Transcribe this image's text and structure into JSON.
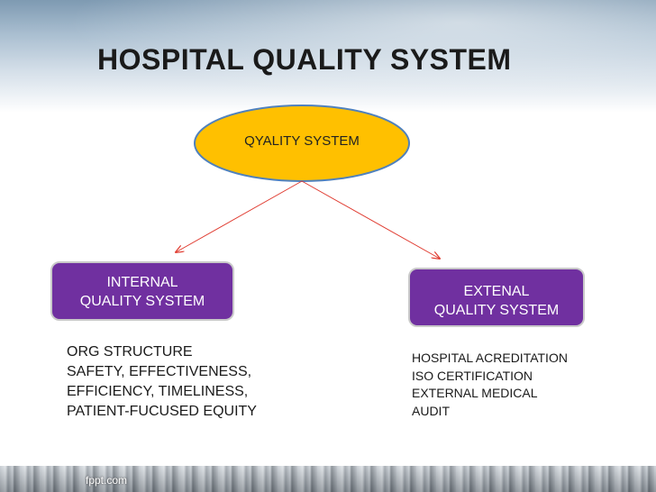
{
  "slide": {
    "title": "HOSPITAL QUALITY SYSTEM",
    "footer": "fppt.com"
  },
  "diagram": {
    "root": {
      "label": "QYALITY SYSTEM",
      "fill": "#ffc000",
      "stroke": "#4f81bd"
    },
    "internal": {
      "lines": [
        "INTERNAL",
        "QUALITY SYSTEM"
      ],
      "fill": "#7030a0",
      "items": [
        "ORG STRUCTURE",
        "SAFETY, EFFECTIVENESS,",
        "EFFICIENCY, TIMELINESS,",
        "PATIENT-FUCUSED EQUITY"
      ]
    },
    "external": {
      "lines": [
        "EXTENAL",
        "QUALITY SYSTEM"
      ],
      "fill": "#7030a0",
      "items": [
        "HOSPITAL ACREDITATION",
        "ISO CERTIFICATION",
        "EXTERNAL MEDICAL",
        "AUDIT"
      ]
    },
    "connector_color": "#e03c31"
  }
}
